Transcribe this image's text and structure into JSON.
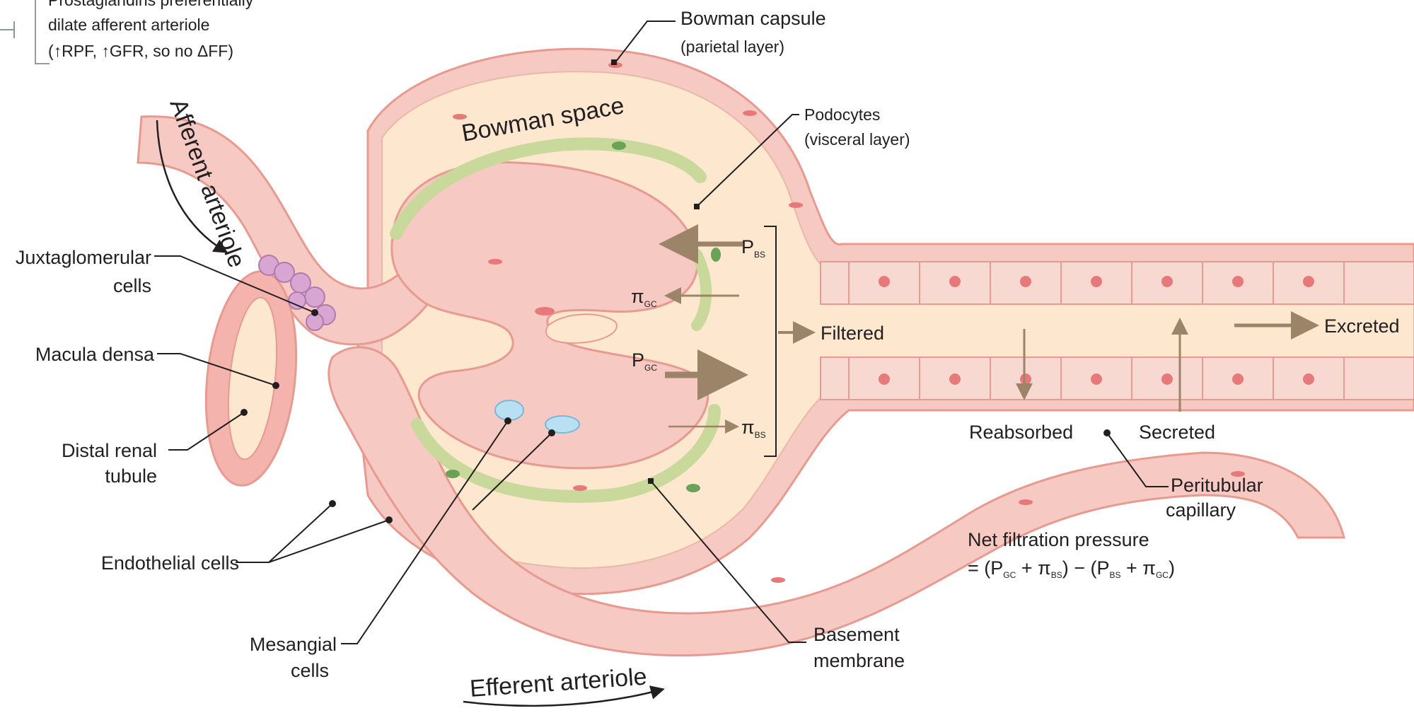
{
  "colors": {
    "vessel_fill": "#f6c9c2",
    "vessel_stroke": "#e79a90",
    "endothelial_nucleus": "#e8797a",
    "bowman_space_fill": "#fde7cf",
    "podocyte_fill": "#d6e2b0",
    "podocyte_nucleus": "#6aa25a",
    "juxtaglomerular": "#c88ec6",
    "mesangial": "#b9dff2",
    "arrow": "#9b8468",
    "leader": "#231f20"
  },
  "labels": {
    "prostaglandins_line1": "Prostaglandins preferentially",
    "prostaglandins_line2": "dilate afferent arteriole",
    "prostaglandins_line3": "(↑RPF, ↑GFR, so no ΔFF)",
    "bowman_capsule_line1": "Bowman capsule",
    "bowman_capsule_line2": "(parietal layer)",
    "bowman_space": "Bowman space",
    "podocytes_line1": "Podocytes",
    "podocytes_line2": "(visceral layer)",
    "afferent_arteriole": "Afferent arteriole",
    "efferent_arteriole": "Efferent arteriole",
    "juxtaglomerular_line1": "Juxtaglomerular",
    "juxtaglomerular_line2": "cells",
    "macula_densa": "Macula densa",
    "distal_tubule_line1": "Distal renal",
    "distal_tubule_line2": "tubule",
    "endothelial_cells": "Endothelial cells",
    "mesangial_line1": "Mesangial",
    "mesangial_line2": "cells",
    "basement_line1": "Basement",
    "basement_line2": "membrane",
    "filtered": "Filtered",
    "excreted": "Excreted",
    "reabsorbed": "Reabsorbed",
    "secreted": "Secreted",
    "peritubular_line1": "Peritubular",
    "peritubular_line2": "capillary",
    "net_filtration_title": "Net filtration pressure"
  },
  "forces": {
    "p_bs": {
      "symbol": "P",
      "sub": "BS"
    },
    "pi_gc": {
      "symbol": "π",
      "sub": "GC"
    },
    "p_gc": {
      "symbol": "P",
      "sub": "GC"
    },
    "pi_bs": {
      "symbol": "π",
      "sub": "BS"
    }
  },
  "equation": {
    "eq": "= (",
    "p1": "P",
    "p1_sub": "GC",
    "plus1": " + ",
    "pi1": "π",
    "pi1_sub": "BS",
    "mid": ") − (",
    "p2": "P",
    "p2_sub": "BS",
    "plus2": " + ",
    "pi2": "π",
    "pi2_sub": "GC",
    "end": ")"
  }
}
